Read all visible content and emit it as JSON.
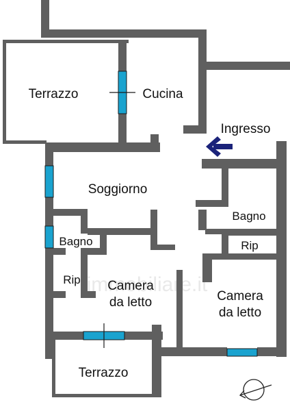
{
  "colors": {
    "wall": "#5f5f5f",
    "window": "#1aa3cf",
    "arrow": "#1b237a",
    "watermark": "#e3e3e3"
  },
  "rooms": {
    "terrazzo_top": "Terrazzo",
    "cucina": "Cucina",
    "ingresso": "Ingresso",
    "soggiorno": "Soggiorno",
    "bagno_right": "Bagno",
    "rip_right": "Rip",
    "bagno_left": "Bagno",
    "rip_left": "Rip",
    "camera_center_line1": "Camera",
    "camera_center_line2": "da letto",
    "camera_right_line1": "Camera",
    "camera_right_line2": "da letto",
    "terrazzo_bottom": "Terrazzo"
  },
  "watermark": "immobiliare.it",
  "icons": {
    "entrance": "entrance-arrow-icon",
    "compass": "compass-icon"
  }
}
